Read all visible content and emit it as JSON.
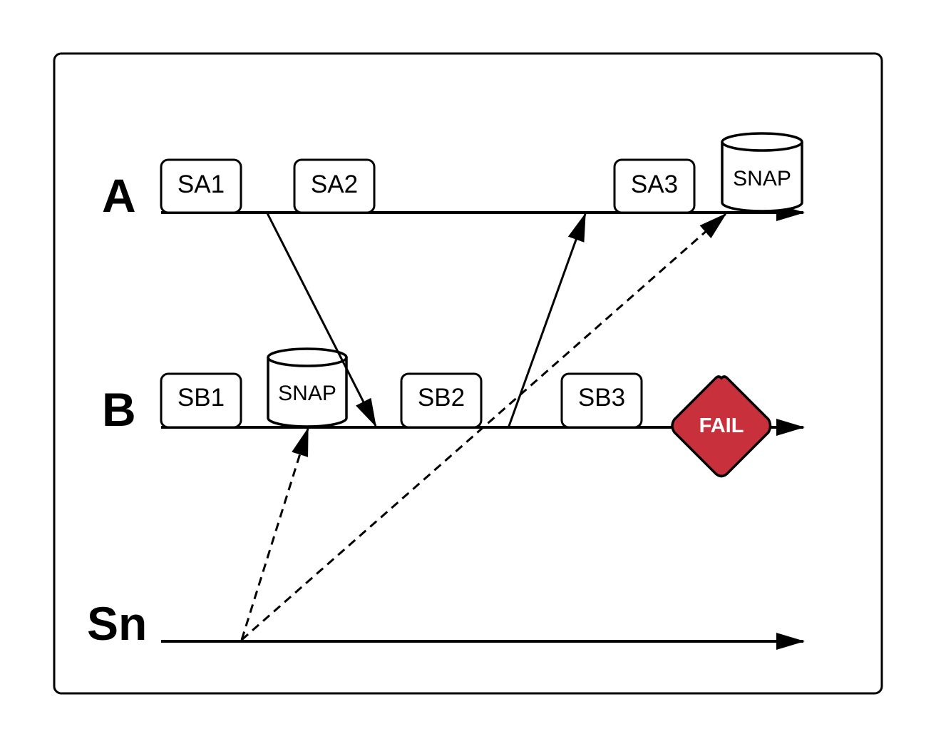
{
  "diagram": {
    "lanes": [
      {
        "id": "A",
        "label": "A"
      },
      {
        "id": "B",
        "label": "B"
      },
      {
        "id": "Sn",
        "label": "Sn"
      }
    ],
    "states": [
      {
        "lane": "A",
        "label": "SA1"
      },
      {
        "lane": "A",
        "label": "SA2"
      },
      {
        "lane": "A",
        "label": "SA3"
      },
      {
        "lane": "B",
        "label": "SB1"
      },
      {
        "lane": "B",
        "label": "SB2"
      },
      {
        "lane": "B",
        "label": "SB3"
      }
    ],
    "snapshots": [
      {
        "lane": "A",
        "label": "SNAP"
      },
      {
        "lane": "B",
        "label": "SNAP"
      }
    ],
    "failure": {
      "lane": "B",
      "label": "FAIL",
      "color": "#C8303C"
    },
    "messages": [
      {
        "from": "A",
        "to": "B",
        "style": "solid",
        "description": "A after SA1 to B before SB2"
      },
      {
        "from": "B",
        "to": "A",
        "style": "solid",
        "description": "B after SB2 to A before SA3"
      },
      {
        "from": "Sn",
        "to": "B",
        "style": "dashed",
        "description": "Sn to B SNAP"
      },
      {
        "from": "Sn",
        "to": "A",
        "style": "dashed",
        "description": "Sn to A SNAP"
      }
    ]
  }
}
